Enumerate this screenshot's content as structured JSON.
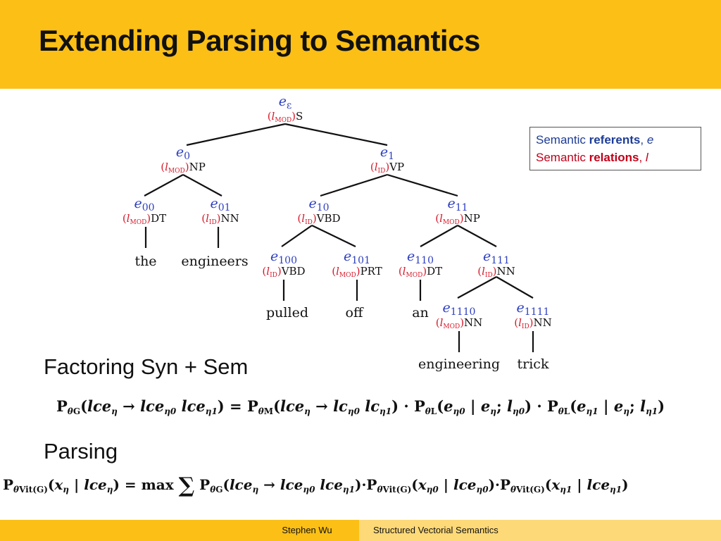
{
  "title": "Extending Parsing to Semantics",
  "legend": {
    "line1_prefix": "Semantic ",
    "line1_bold": "referents",
    "line1_sym": "e",
    "line2_prefix": "Semantic ",
    "line2_bold": "relations",
    "line2_sym": "l"
  },
  "tree": {
    "nodes": [
      {
        "id": "root",
        "e_sub": "ε",
        "l_sub": "Mod",
        "cat": "S"
      },
      {
        "id": "n0",
        "e_sub": "0",
        "l_sub": "Mod",
        "cat": "NP"
      },
      {
        "id": "n1",
        "e_sub": "1",
        "l_sub": "Id",
        "cat": "VP"
      },
      {
        "id": "n00",
        "e_sub": "00",
        "l_sub": "Mod",
        "cat": "DT"
      },
      {
        "id": "n01",
        "e_sub": "01",
        "l_sub": "Id",
        "cat": "NN"
      },
      {
        "id": "n10",
        "e_sub": "10",
        "l_sub": "Id",
        "cat": "VBD"
      },
      {
        "id": "n11",
        "e_sub": "11",
        "l_sub": "Mod",
        "cat": "NP"
      },
      {
        "id": "n100",
        "e_sub": "100",
        "l_sub": "Id",
        "cat": "VBD"
      },
      {
        "id": "n101",
        "e_sub": "101",
        "l_sub": "Mod",
        "cat": "PRT"
      },
      {
        "id": "n110",
        "e_sub": "110",
        "l_sub": "Mod",
        "cat": "DT"
      },
      {
        "id": "n111",
        "e_sub": "111",
        "l_sub": "Id",
        "cat": "NN"
      },
      {
        "id": "n1110",
        "e_sub": "1110",
        "l_sub": "Mod",
        "cat": "NN"
      },
      {
        "id": "n1111",
        "e_sub": "1111",
        "l_sub": "Id",
        "cat": "NN"
      }
    ],
    "words": [
      "the",
      "engineers",
      "pulled",
      "off",
      "an",
      "engineering",
      "trick"
    ]
  },
  "sections": {
    "factoring": "Factoring Syn + Sem",
    "parsing": "Parsing"
  },
  "footer": {
    "author": "Stephen Wu",
    "talk": "Structured Vectorial Semantics"
  }
}
